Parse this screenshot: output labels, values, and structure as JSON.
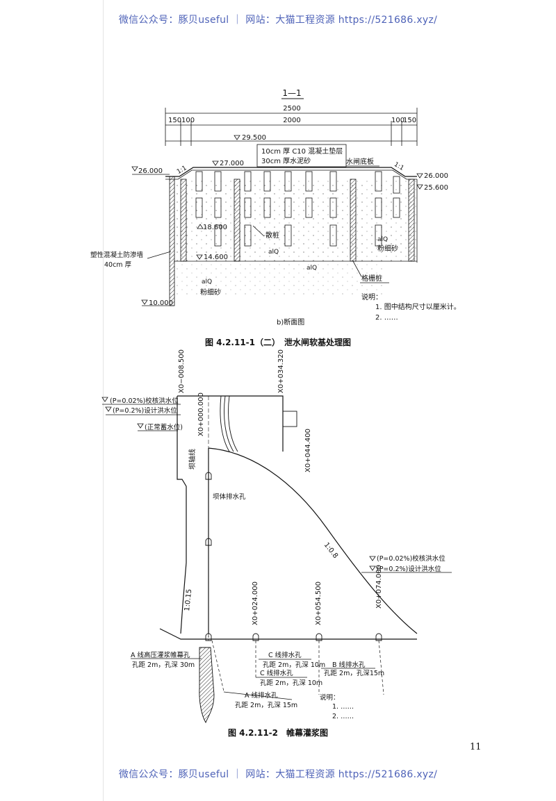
{
  "watermark": "微信公众号：豚贝useful ｜ 网站：大猫工程资源 https://521686.xyz/",
  "fig1": {
    "section_label": "1—1",
    "dim_total": "2500",
    "dim_left_a": "150",
    "dim_left_b": "100",
    "dim_mid": "2000",
    "dim_right_a": "100",
    "dim_right_b": "150",
    "elev_2950": "29.500",
    "layer_1": "10cm 厚 C10 混凝土垫层",
    "layer_2": "30cm 厚水泥砂",
    "gate_slab": "水闸底板",
    "elev_2700": "27.000",
    "elev_2600_left": "26.000",
    "elev_2600_right": "26.000",
    "elev_2560": "25.600",
    "slope_left": "1:1",
    "slope_right": "1:1",
    "elev_1860": "18.600",
    "loose_pile": "散桩",
    "soil_q_mid": "alQ",
    "soil_q_right": "alQ",
    "soil_right_name": "粉细砂",
    "wall_label_1": "塑性混凝土防渗墙",
    "wall_label_2": "40cm 厚",
    "elev_1460": "14.600",
    "soil_q_low": "alQ",
    "soil_q_left": "alQ",
    "soil_left_name": "粉细砂",
    "grid_pile": "格栅桩",
    "elev_1000": "10.000",
    "note_title": "说明：",
    "note_1": "1. 图中结构尺寸以厘米计。",
    "note_2": "2. ……",
    "subtitle": "b)断面图",
    "caption": "图 4.2.11-1（二）　泄水闸软基处理图"
  },
  "fig2": {
    "station_a": "X0−008.500",
    "station_b": "X0+034.320",
    "check_flood": "(P=0.02%)校核洪水位",
    "design_flood": "(P=0.2%)设计洪水位",
    "normal_level": "(正常蓄水位)",
    "station_zero": "X0+000.000",
    "dam_axis": "坝轴线",
    "station_044": "X0+044.400",
    "dam_drain": "坝体排水孔",
    "slope_08": "1:0.8",
    "slope_015": "1:0.15",
    "check_flood_r": "(P=0.02%)校核洪水位",
    "design_flood_r": "(P=0.2%)设计洪水位",
    "station_024": "X0+024.000",
    "station_054": "X0+054.500",
    "station_074": "X0+074.000",
    "line_a_curtain": "A 线高压灌浆帷幕孔",
    "line_a_curtain_spec": "孔距 2m，孔深 30m",
    "line_c_1": "C 线排水孔",
    "line_c_1_spec": "孔距 2m，孔深 10m",
    "line_c_2": "C 线排水孔",
    "line_c_2_spec": "孔距 2m，孔深 10m",
    "line_b": "B 线排水孔",
    "line_b_spec": "孔距 2m，孔深15m",
    "line_a_drain": "A 线排水孔",
    "line_a_drain_spec": "孔距 2m，孔深 15m",
    "note_title": "说明：",
    "note_1": "1. ……",
    "note_2": "2. ……",
    "caption": "图 4.2.11-2　帷幕灌浆图"
  },
  "page_number": "11"
}
